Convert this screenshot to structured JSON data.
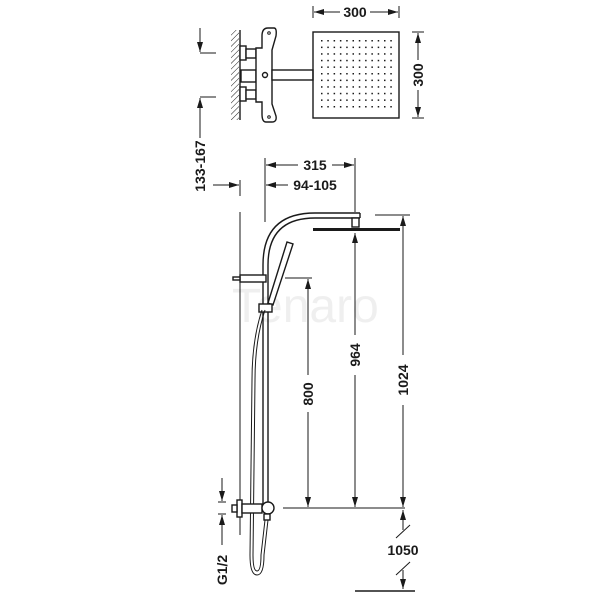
{
  "drawing": {
    "watermark": "Tenaro",
    "top_view": {
      "head_width": "300",
      "head_depth": "300",
      "wall_offset": "133-167"
    },
    "front_view": {
      "arm_reach": "315",
      "rail_offset": "94-105",
      "hand_shower_bracket_height": "800",
      "head_height": "964",
      "arm_height": "1024",
      "connection_thread": "G1/2",
      "floor_to_valve": "1050"
    }
  }
}
